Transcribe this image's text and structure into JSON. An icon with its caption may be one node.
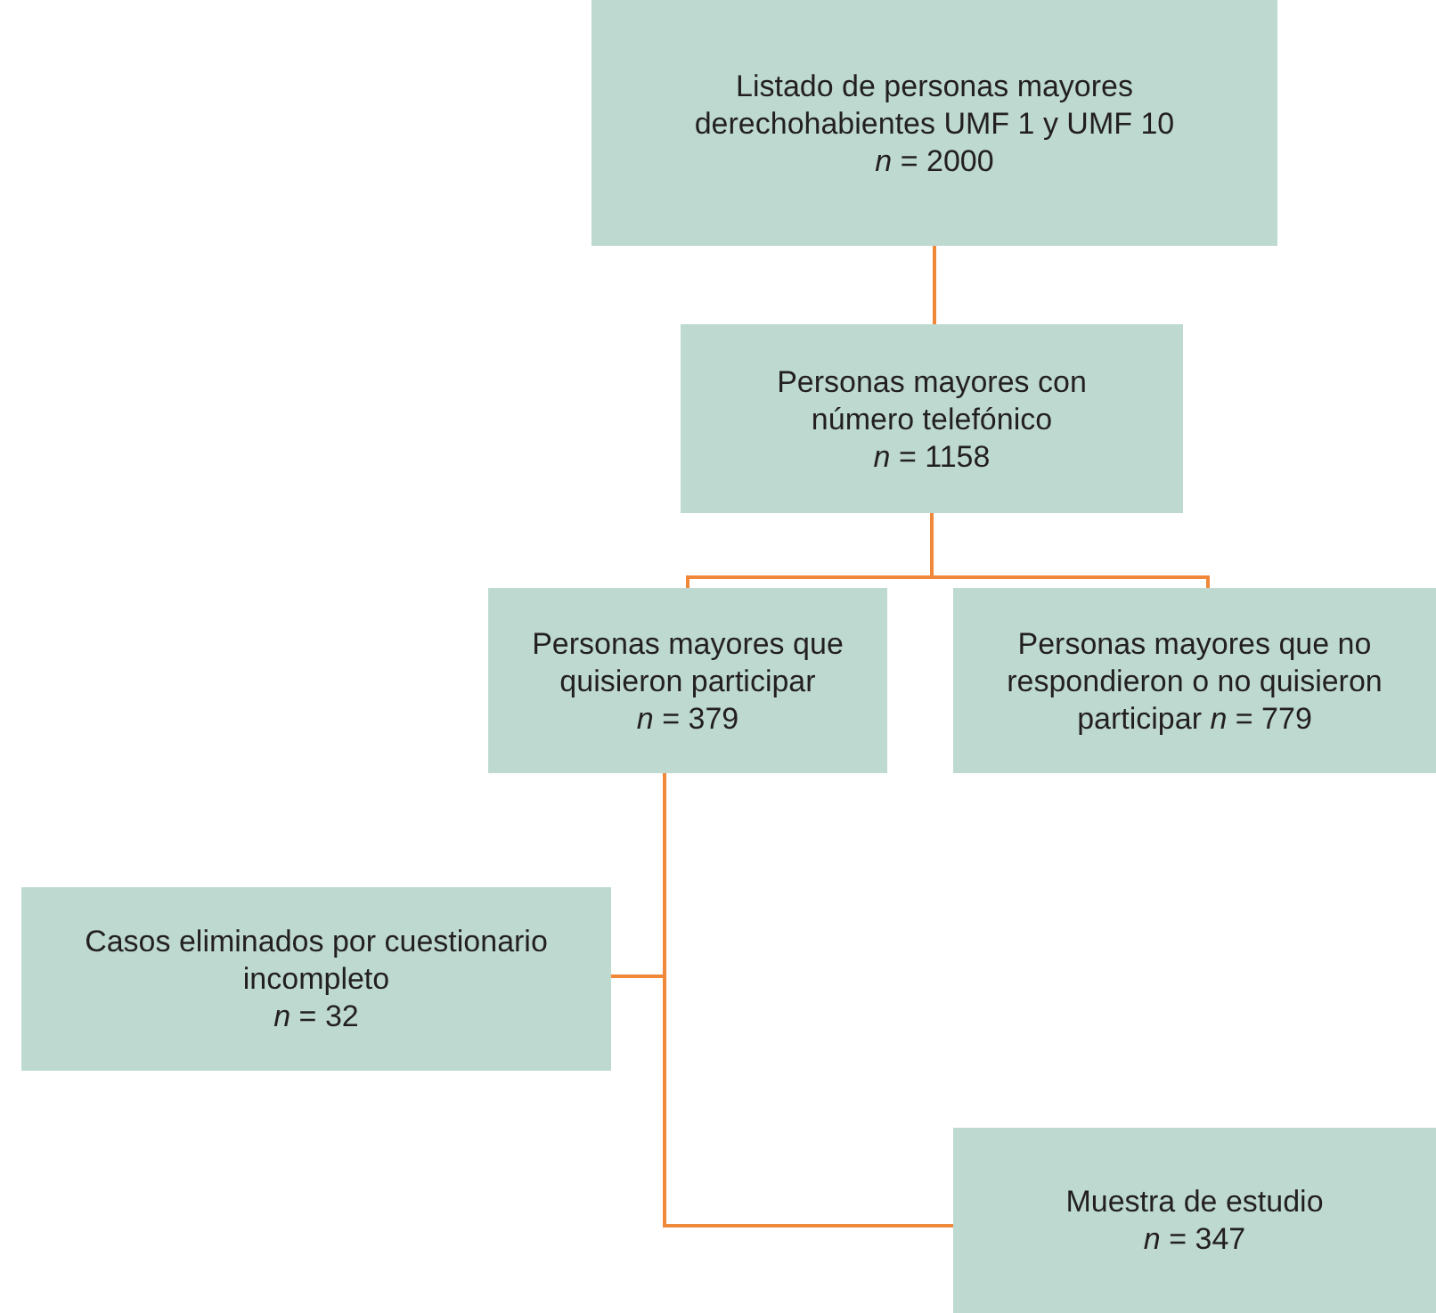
{
  "diagram": {
    "nodes": [
      {
        "text": [
          "Listado de personas mayores derechohabientes UMF 1 y UMF 10",
          "*n* = 2000"
        ]
      },
      {
        "text": [
          "Personas mayores con número telefónico",
          "*n* = 1158"
        ]
      },
      {
        "text": [
          "Personas mayores que quisieron participar",
          "*n* = 379"
        ]
      },
      {
        "text": [
          "Personas mayores que no respondieron o no quisieron participar *n* = 779"
        ]
      },
      {
        "text": [
          "Casos eliminados por cuestionario incompleto",
          "*n* = 32"
        ]
      },
      {
        "text": [
          "Muestra de estudio",
          "*n* = 347"
        ]
      }
    ],
    "edges": [
      {
        "from": 0,
        "to": 1,
        "arrow": "none"
      },
      {
        "from": 1,
        "to": 2,
        "arrow": "none"
      },
      {
        "from": 1,
        "to": 3,
        "arrow": "none"
      },
      {
        "from": 2,
        "to": 4,
        "arrow": "none"
      },
      {
        "from": 2,
        "to": 5,
        "arrow": "none"
      }
    ]
  }
}
